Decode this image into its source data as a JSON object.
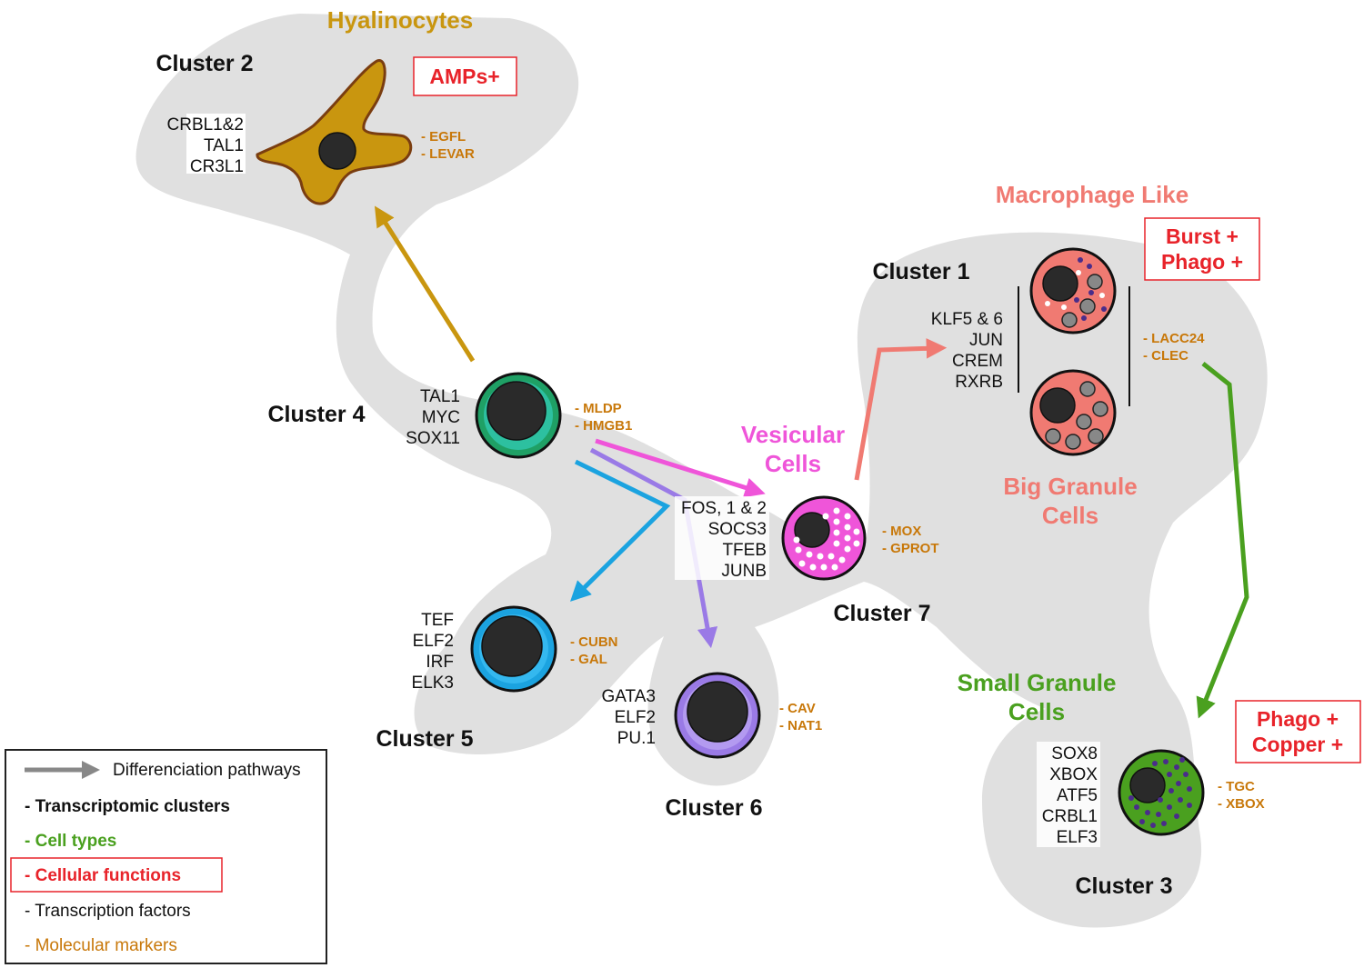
{
  "colors": {
    "background_blob": "#e0e0e0",
    "hyalinocyte": "#c9960f",
    "macrophage": "#f07a72",
    "vesicular": "#ef55d9",
    "small_granule": "#4aa01f",
    "cluster4": "#1fa065",
    "cluster5": "#1ba3e0",
    "cluster6": "#9a7ae6",
    "function_red": "#e8232a",
    "marker_orange": "#c8780a",
    "nucleus": "#2a2a2a"
  },
  "clusters": {
    "c1": {
      "name": "Cluster 1",
      "tfs": [
        "KLF5 & 6",
        "JUN",
        "CREM",
        "RXRB"
      ],
      "markers": [
        "- LACC24",
        "- CLEC"
      ],
      "cell_type_top": "Macrophage Like",
      "cell_type_bottom": [
        "Big Granule",
        "Cells"
      ],
      "function": [
        "Burst +",
        "Phago +"
      ]
    },
    "c2": {
      "name": "Cluster 2",
      "tfs": [
        "CRBL1&2",
        "TAL1",
        "CR3L1"
      ],
      "markers": [
        "- EGFL",
        "- LEVAR"
      ],
      "cell_type": "Hyalinocytes",
      "function": "AMPs+"
    },
    "c3": {
      "name": "Cluster 3",
      "tfs": [
        "SOX8",
        "XBOX",
        "ATF5",
        "CRBL1",
        "ELF3"
      ],
      "markers": [
        "- TGC",
        "- XBOX"
      ],
      "cell_type": [
        "Small Granule",
        "Cells"
      ],
      "function": [
        "Phago +",
        "Copper +"
      ]
    },
    "c4": {
      "name": "Cluster 4",
      "tfs": [
        "TAL1",
        "MYC",
        "SOX11"
      ],
      "markers": [
        "- MLDP",
        "- HMGB1"
      ]
    },
    "c5": {
      "name": "Cluster 5",
      "tfs": [
        "TEF",
        "ELF2",
        "IRF",
        "ELK3"
      ],
      "markers": [
        "- CUBN",
        "- GAL"
      ]
    },
    "c6": {
      "name": "Cluster 6",
      "tfs": [
        "GATA3",
        "ELF2",
        "PU.1"
      ],
      "markers": [
        "- CAV",
        "- NAT1"
      ]
    },
    "c7": {
      "name": "Cluster 7",
      "tfs": [
        "FOS, 1 & 2",
        "SOCS3",
        "TFEB",
        "JUNB"
      ],
      "markers": [
        "- MOX",
        "- GPROT"
      ],
      "cell_type": [
        "Vesicular",
        "Cells"
      ]
    }
  },
  "legend": {
    "pathways": "Differenciation pathways",
    "clusters": "- Transcriptomic clusters",
    "cell_types": "- Cell types",
    "functions": "- Cellular functions",
    "tfs": "- Transcription factors",
    "markers": "- Molecular markers"
  }
}
